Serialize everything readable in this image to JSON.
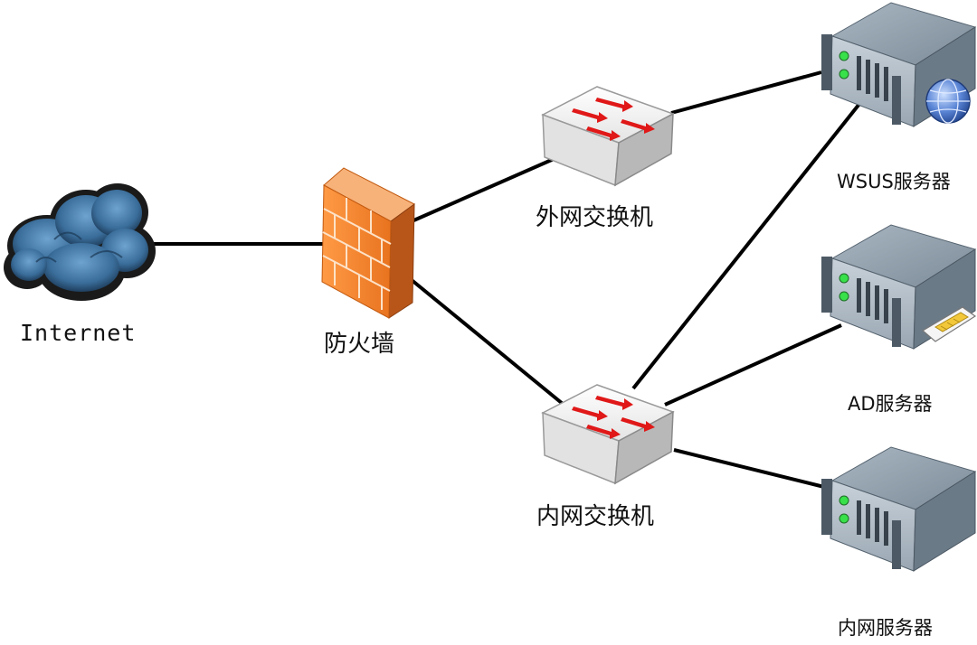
{
  "labels": {
    "internet": "Internet",
    "firewall": "防火墙",
    "outer_switch": "外网交换机",
    "inner_switch": "内网交换机",
    "wsus_server": "WSUS服务器",
    "ad_server": "AD服务器",
    "intranet_server": "内网服务器"
  },
  "colors": {
    "link": "#000000",
    "cloud": "#3a6d9a",
    "firewall": "#f0832f",
    "switch_body": "#dcdcdc",
    "switch_arrow": "#e01818",
    "server_body": "#7d8c99"
  },
  "icons": {
    "cloud": "cloud-icon",
    "firewall": "firewall-icon",
    "switch": "switch-icon",
    "server": "server-icon",
    "globe": "globe-icon",
    "card": "card-icon"
  }
}
